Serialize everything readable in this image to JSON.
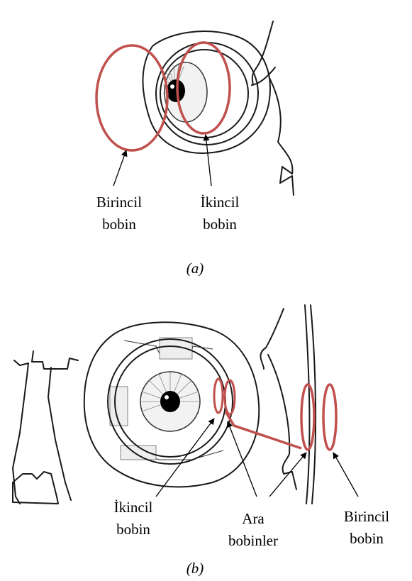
{
  "panel_a": {
    "label_primary_line1": "Birincil",
    "label_primary_line2": "bobin",
    "label_secondary_line1": "İkincil",
    "label_secondary_line2": "bobin",
    "caption": "(a)"
  },
  "panel_b": {
    "label_secondary_line1": "İkincil",
    "label_secondary_line2": "bobin",
    "label_intermediate_line1": "Ara",
    "label_intermediate_line2": "bobinler",
    "label_primary_line1": "Birincil",
    "label_primary_line2": "bobin",
    "caption": "(b)"
  },
  "colors": {
    "coil": "#c0504d",
    "line": "#1a1a1a"
  }
}
